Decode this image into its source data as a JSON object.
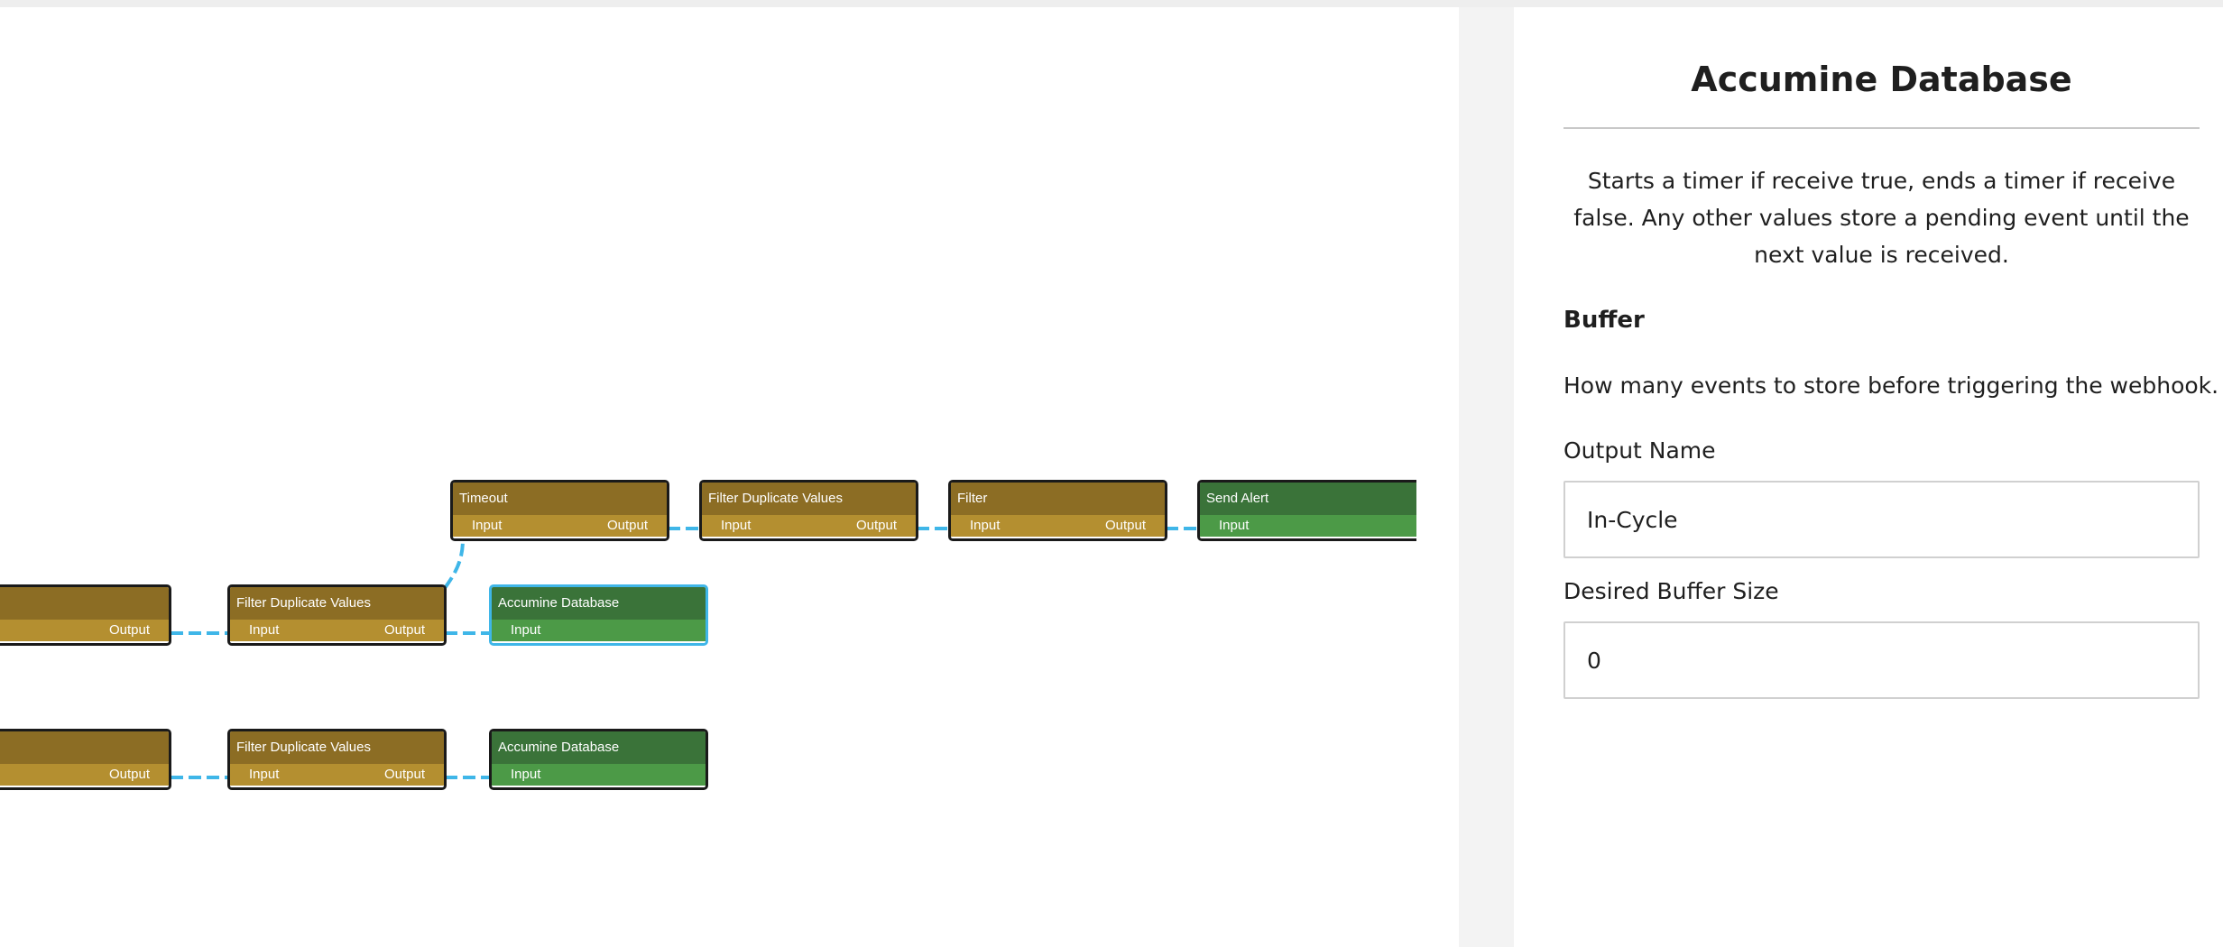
{
  "canvas": {
    "wire_color": "#3fb6e8",
    "nodes": {
      "timeout": {
        "title": "Timeout",
        "input": "Input",
        "output": "Output"
      },
      "filter_dup_1": {
        "title": "Filter Duplicate Values",
        "input": "Input",
        "output": "Output"
      },
      "filter": {
        "title": "Filter",
        "input": "Input",
        "output": "Output"
      },
      "send_alert": {
        "title": "Send Alert",
        "input": "Input"
      },
      "left_node_row2": {
        "title": "",
        "output": "Output"
      },
      "filter_dup_2": {
        "title": "Filter Duplicate Values",
        "input": "Input",
        "output": "Output"
      },
      "accumine_db_selected": {
        "title": "Accumine Database",
        "input": "Input"
      },
      "left_node_row3": {
        "title": "",
        "output": "Output"
      },
      "filter_dup_3": {
        "title": "Filter Duplicate Values",
        "input": "Input",
        "output": "Output"
      },
      "accumine_db_2": {
        "title": "Accumine Database",
        "input": "Input"
      }
    }
  },
  "panel": {
    "title": "Accumine Database",
    "description": "Starts a timer if receive true, ends a timer if receive false. Any other values store a pending event until the next value is received.",
    "section_title": "Buffer",
    "section_description": "How many events to store before triggering the webhook.",
    "fields": {
      "output_name": {
        "label": "Output Name",
        "value": "In-Cycle"
      },
      "buffer_size": {
        "label": "Desired Buffer Size",
        "value": "0"
      }
    }
  }
}
